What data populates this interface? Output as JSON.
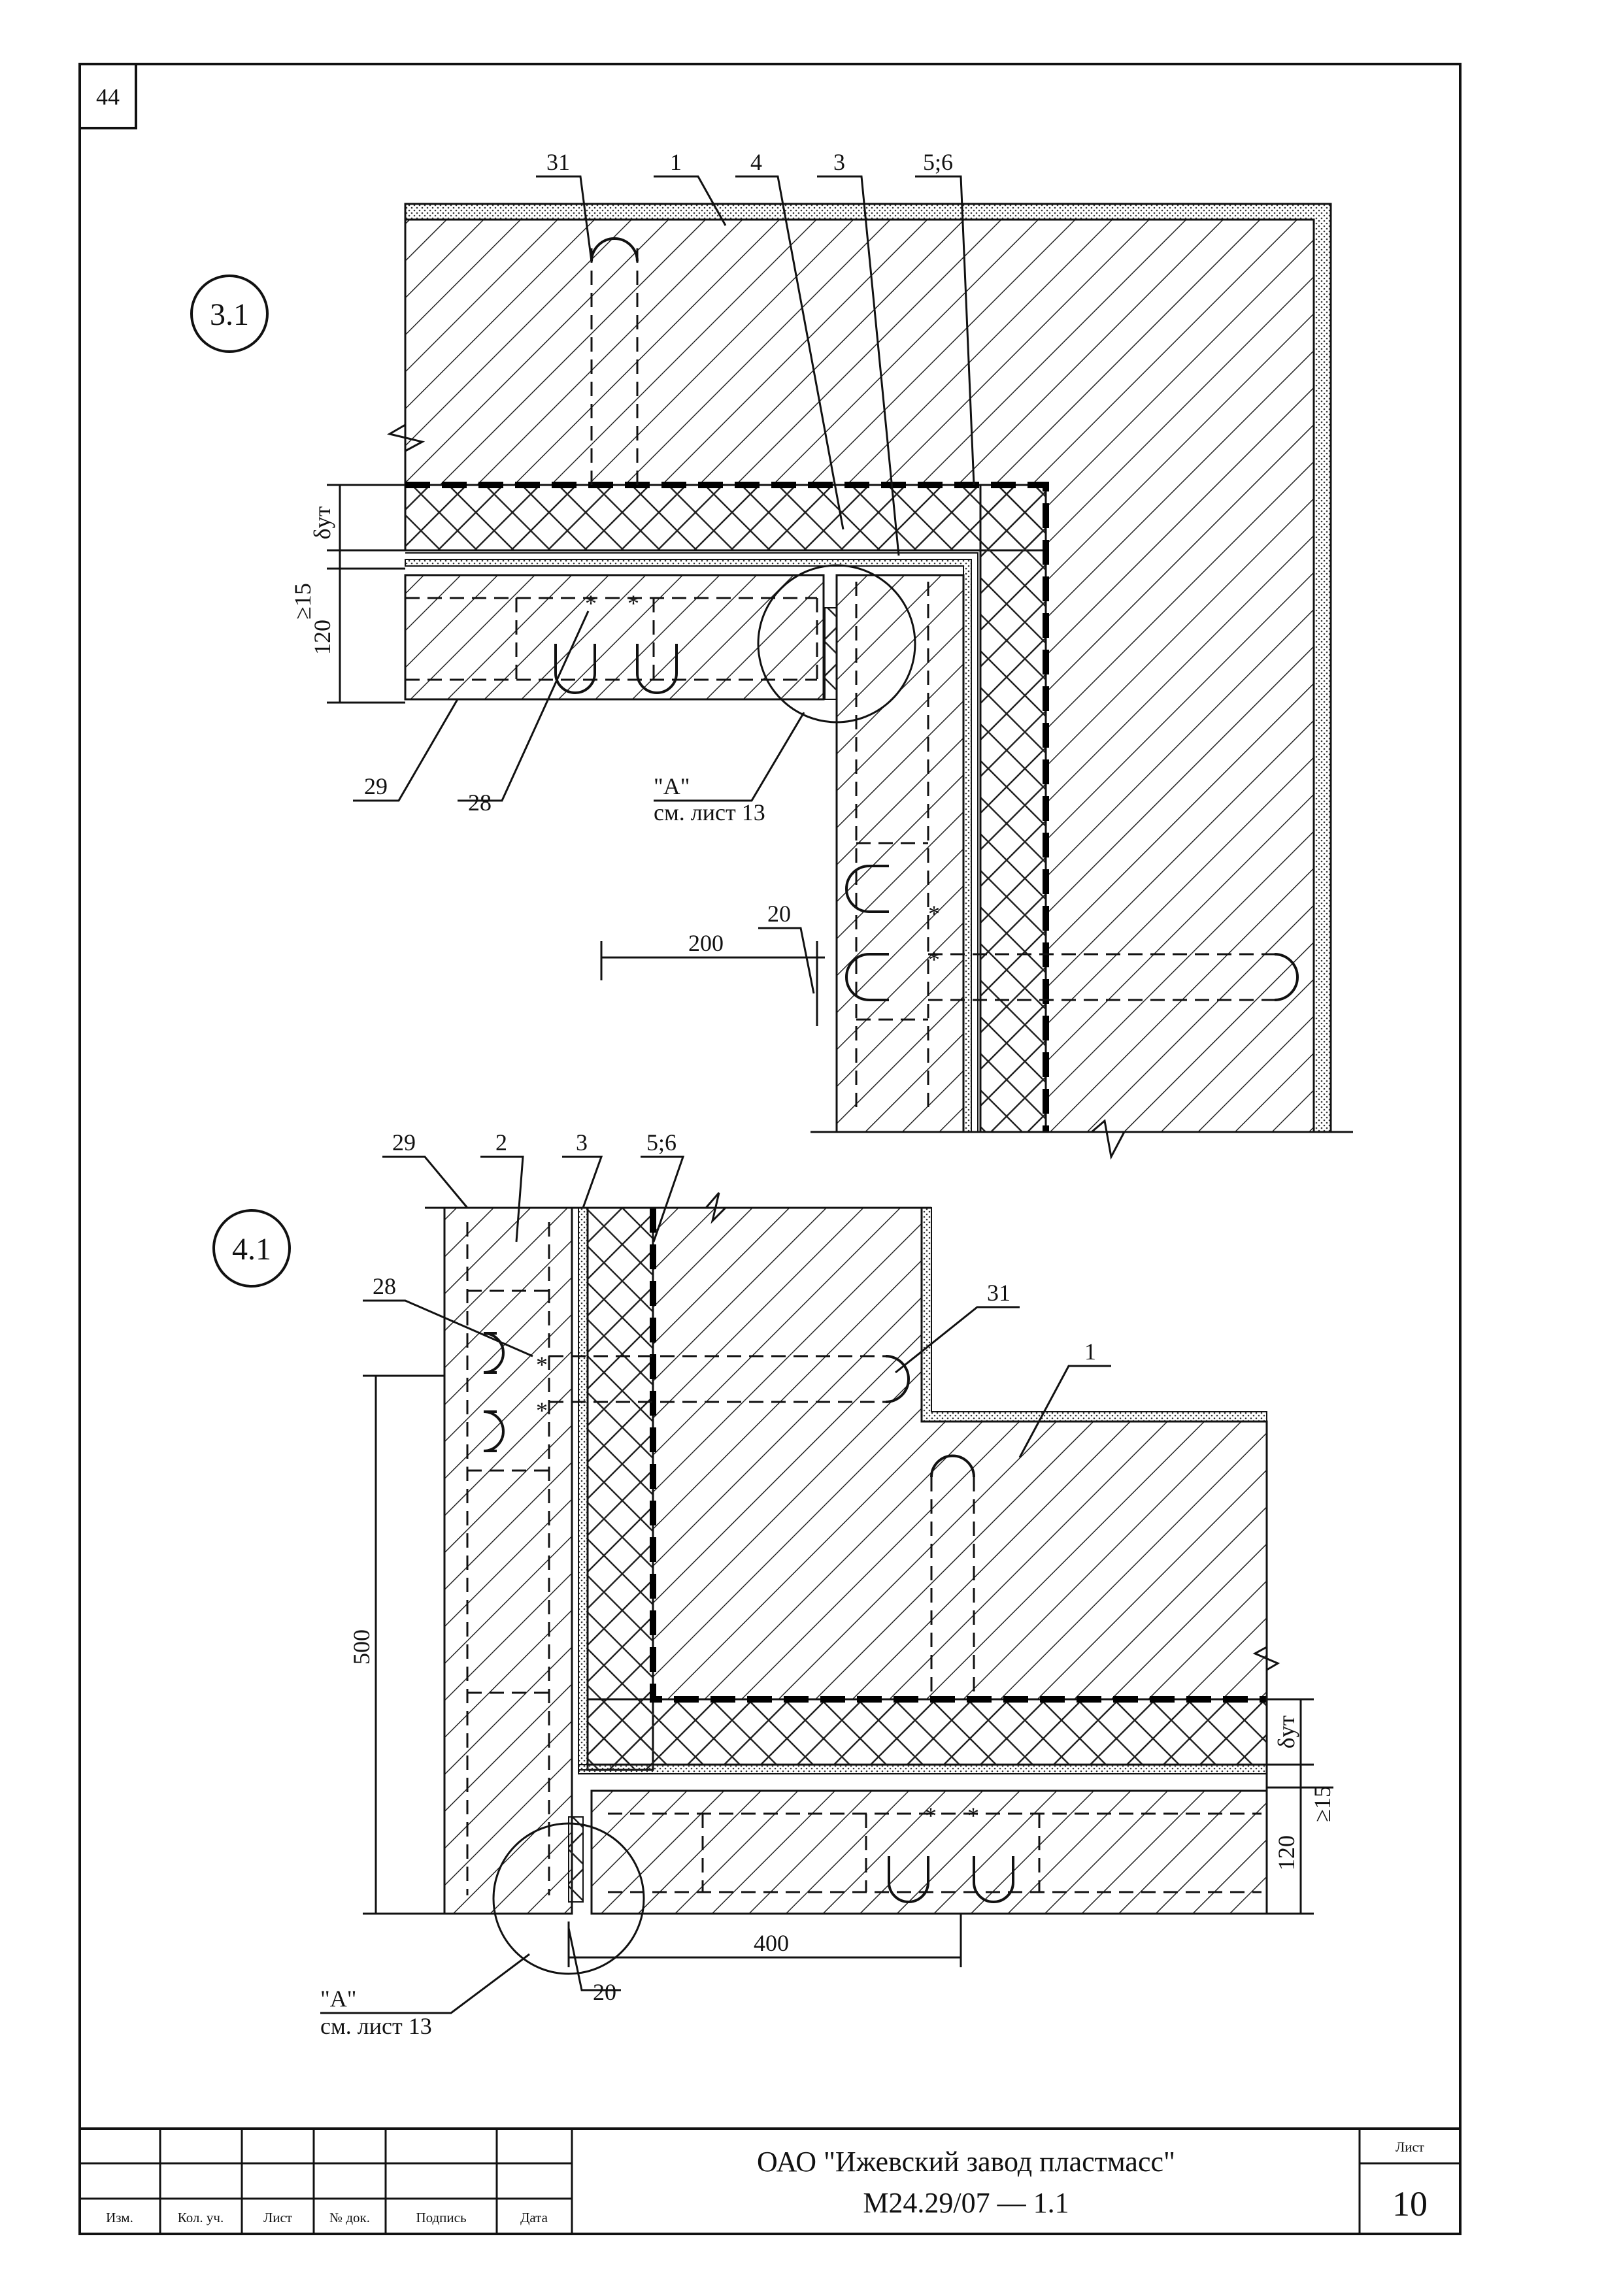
{
  "sheet_number_corner": "44",
  "view_3_1": {
    "marker": "3.1",
    "callouts": {
      "c31": "31",
      "c1": "1",
      "c4": "4",
      "c3": "3",
      "c56": "5;6",
      "c29": "29",
      "c28": "28",
      "c20": "20"
    },
    "dims": {
      "d_ut": "δут",
      "d_ge15": "≥15",
      "d_120": "120",
      "d_200": "200"
    },
    "detail_ref": {
      "name": "\"А\"",
      "ref": "см. лист 13"
    }
  },
  "view_4_1": {
    "marker": "4.1",
    "callouts": {
      "c29": "29",
      "c2": "2",
      "c3": "3",
      "c56": "5;6",
      "c28": "28",
      "c31": "31",
      "c1": "1",
      "c20": "20"
    },
    "dims": {
      "d_500": "500",
      "d_ut": "δут",
      "d_ge15": "≥15",
      "d_120": "120",
      "d_400": "400"
    },
    "detail_ref": {
      "name": "\"А\"",
      "ref": "см. лист 13"
    }
  },
  "title_block": {
    "columns": [
      "Изм.",
      "Кол. уч.",
      "Лист",
      "№ док.",
      "Подпись",
      "Дата"
    ],
    "organization": "ОАО \"Ижевский завод пластмасс\"",
    "document_code": "М24.29/07 — 1.1",
    "sheet_label": "Лист",
    "sheet_number": "10"
  }
}
